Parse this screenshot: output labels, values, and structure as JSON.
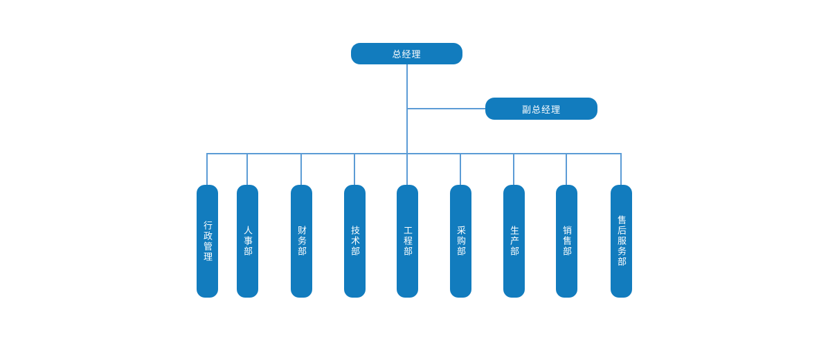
{
  "colors": {
    "node_fill": "#127cbe",
    "connector": "#5b9bd5",
    "node_text": "#ffffff",
    "page_bg": "#ffffff"
  },
  "org_chart": {
    "root": {
      "label": "总经理"
    },
    "deputy": {
      "label": "副总经理"
    },
    "departments": [
      {
        "label": "行政管理"
      },
      {
        "label": "人事部"
      },
      {
        "label": "财务部"
      },
      {
        "label": "技术部"
      },
      {
        "label": "工程部"
      },
      {
        "label": "采购部"
      },
      {
        "label": "生产部"
      },
      {
        "label": "销售部"
      },
      {
        "label": "售后服务部"
      }
    ]
  }
}
